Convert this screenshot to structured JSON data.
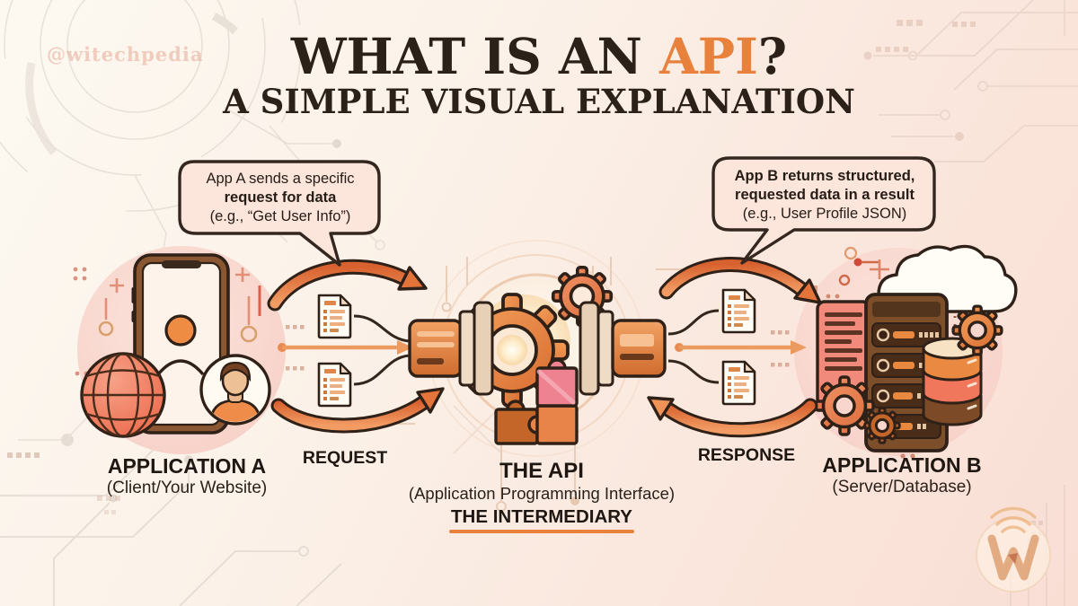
{
  "watermark": "@witechpedia",
  "title": {
    "prefix": "WHAT IS AN ",
    "highlight": "API",
    "suffix": "?",
    "subtitle": "A SIMPLE VISUAL EXPLANATION"
  },
  "bubbles": {
    "request": {
      "line1": "App A sends a specific",
      "line2": "request for data",
      "line3": "(e.g., “Get User Info”)"
    },
    "response": {
      "line1": "App B returns structured,",
      "line2": "requested data in a result",
      "line3": "(e.g., User Profile JSON)"
    }
  },
  "nodes": {
    "app_a": {
      "title": "APPLICATION A",
      "subtitle": "(Client/Your Website)"
    },
    "api": {
      "title": "THE API",
      "subtitle": "(Application Programming Interface)",
      "role": "THE INTERMEDIARY"
    },
    "app_b": {
      "title": "APPLICATION B",
      "subtitle": "(Server/Database)"
    }
  },
  "flows": {
    "request_label": "REQUEST",
    "response_label": "RESPONSE"
  },
  "brand": {
    "logo_letter": "W"
  },
  "colors": {
    "accent_orange": "#e8813c",
    "title_dark": "#2b2119",
    "outline_dark": "#2f2018",
    "bubble_fill": "#fce5db",
    "node_circle_pink": "#f8d6ce",
    "arrow_orange": "#e0713a",
    "server_brown": "#7d4e2a",
    "database_pink": "#f0775b"
  },
  "icons": {
    "phone-icon": "📱",
    "globe-icon": "🌐",
    "avatar-icon": "👤",
    "gear-icon": "⚙",
    "puzzle-icon": "🧩",
    "plug-icon": "🔌",
    "document-icon": "📄",
    "cloud-icon": "☁",
    "server-icon": "🖥",
    "database-icon": "🛢"
  }
}
